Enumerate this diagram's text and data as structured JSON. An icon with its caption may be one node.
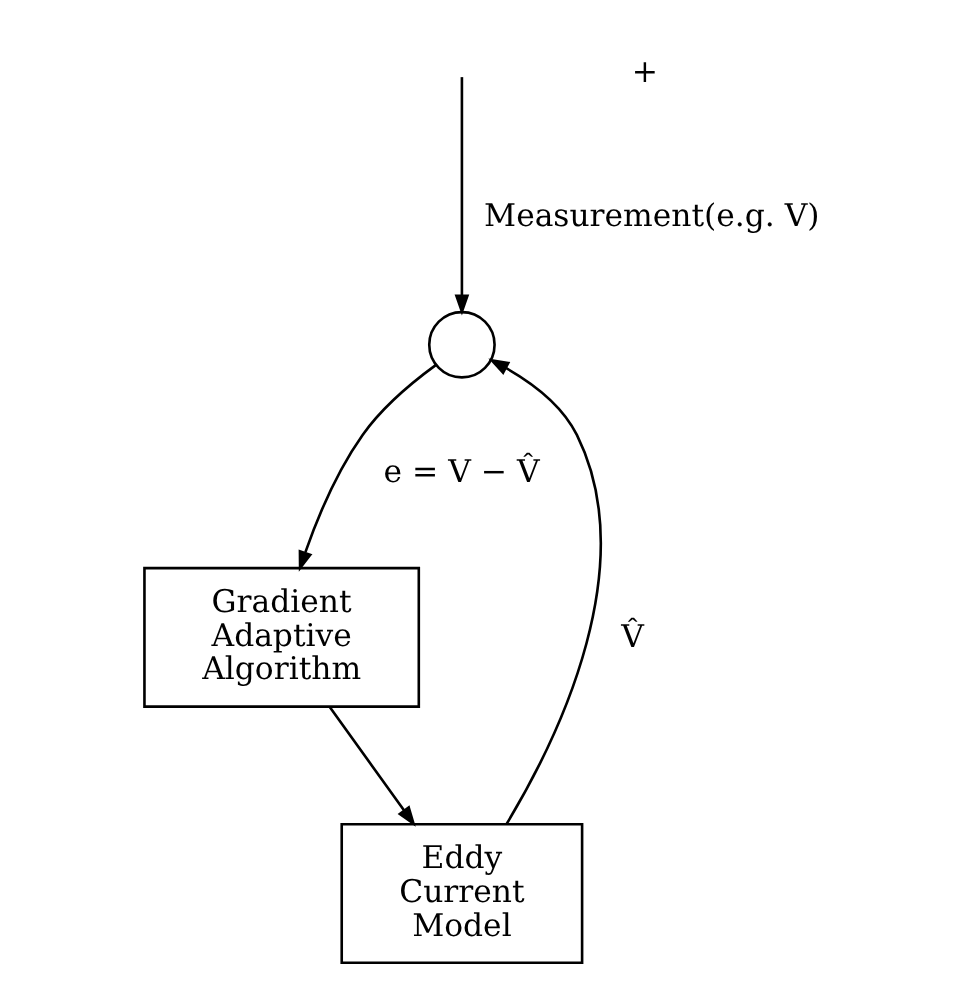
{
  "diagram": {
    "nodes": [
      {
        "text": [],
        "shape": "circle"
      },
      {
        "text": [
          "Eddy Current Model"
        ]
      },
      {
        "text": [
          "Gradient Adaptive Algorithm"
        ]
      }
    ],
    "edges": [
      {
        "from": null,
        "to": 0,
        "arrow": "to",
        "label": "Measurement(e.g. V)"
      },
      {
        "from": 1,
        "to": 0,
        "arrow": "to",
        "label": "V̂"
      },
      {
        "from": 0,
        "to": 2,
        "arrow": "to",
        "label": "e = V − V̂"
      },
      {
        "from": 2,
        "to": 1,
        "arrow": "to"
      }
    ],
    "labels": [
      "+"
    ]
  }
}
